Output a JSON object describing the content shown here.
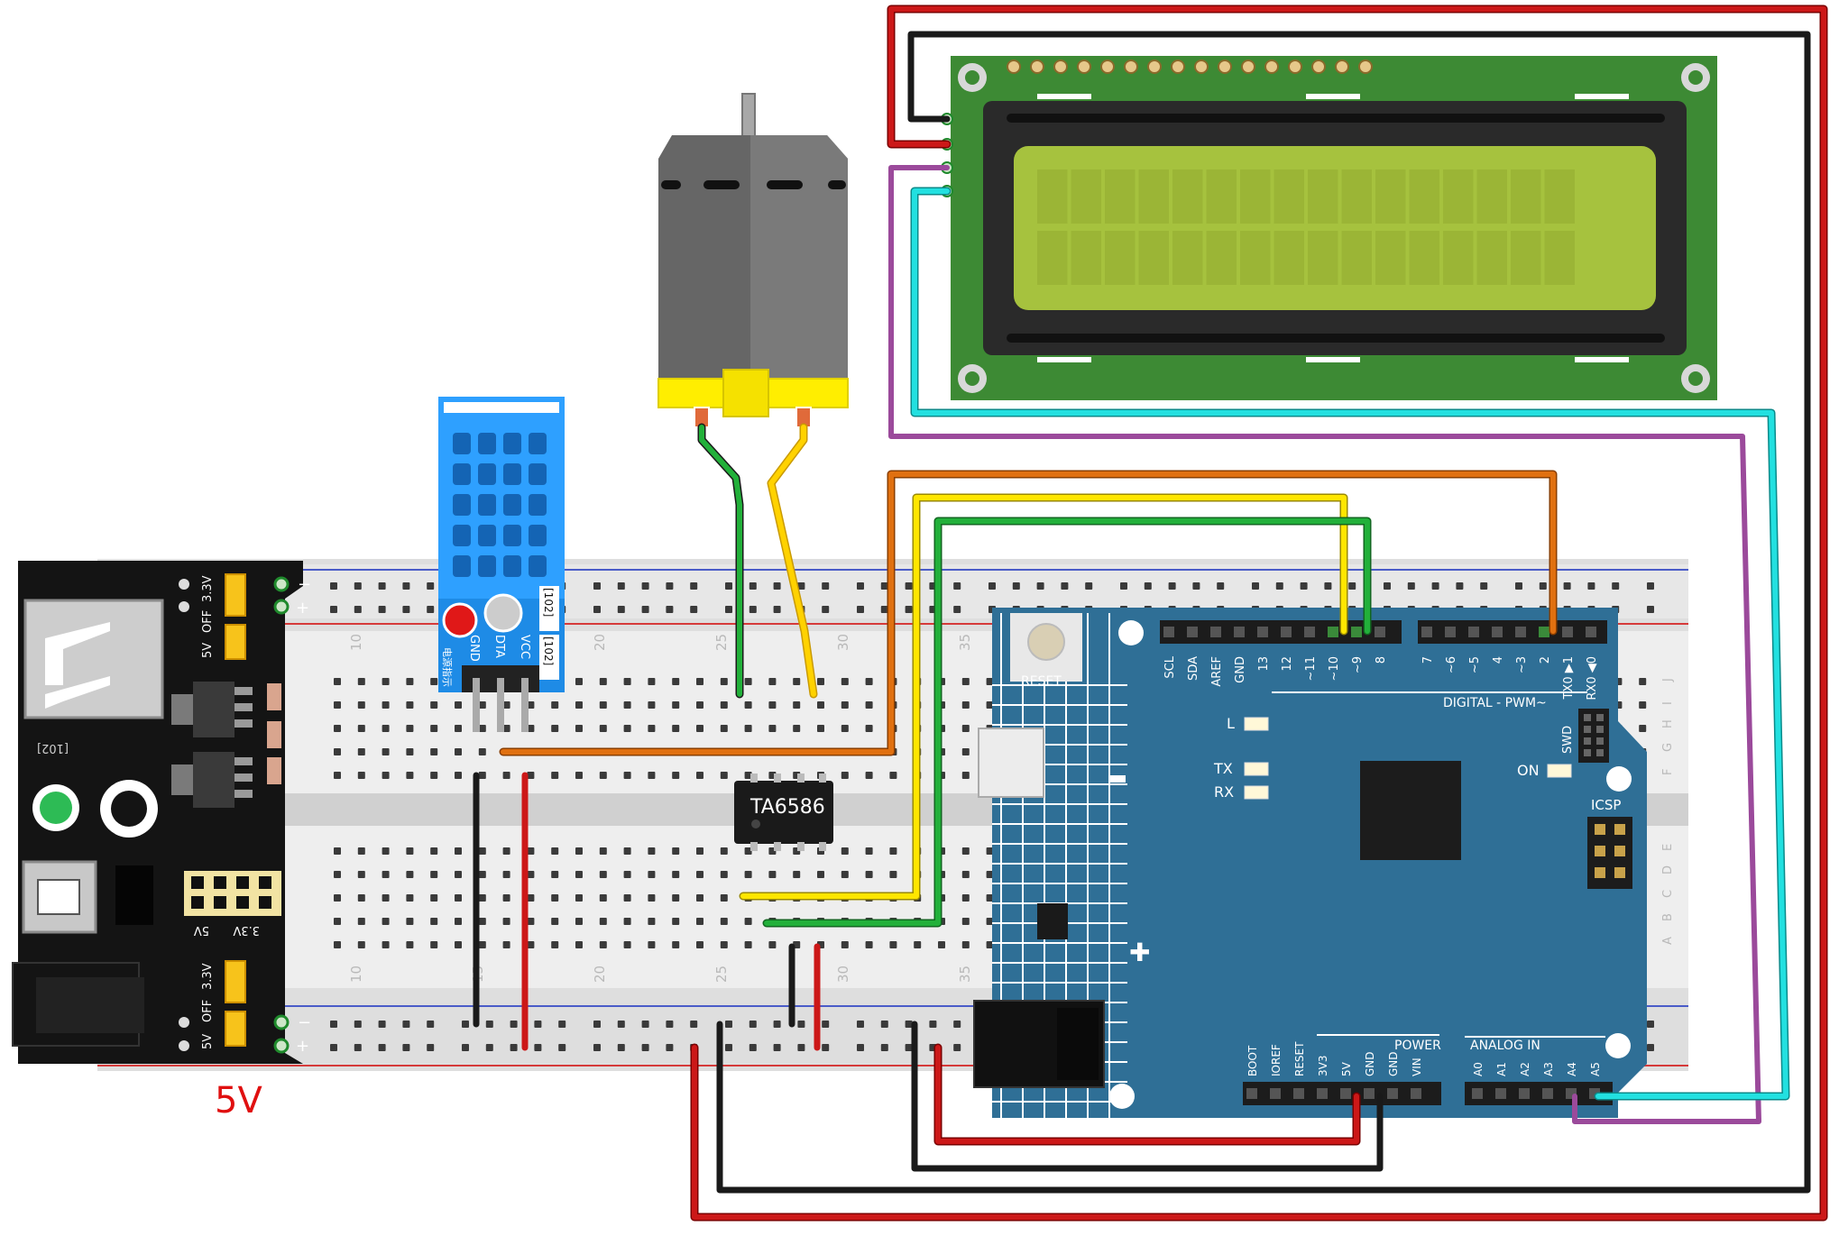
{
  "supply_label": "5V",
  "motor_driver": {
    "chip_label": "TA6586"
  },
  "power_module": {
    "jumper_top": [
      "5V",
      "OFF",
      "3.3V"
    ],
    "jumper_bottom": [
      "5V",
      "OFF",
      "3.3V"
    ],
    "rail_minus": "−",
    "rail_plus": "+",
    "header_labels": [
      "5V",
      "3.3V"
    ],
    "marking": "[102]"
  },
  "dht_sensor": {
    "pins": [
      "GND",
      "DTA",
      "VCC"
    ],
    "resistor_codes": [
      "[102]",
      "[102]"
    ],
    "note": "电源指示"
  },
  "breadboard": {
    "column_numbers": [
      "10",
      "15",
      "20",
      "25",
      "30",
      "35"
    ],
    "row_letters_top": [
      "J",
      "I",
      "H",
      "G",
      "F"
    ],
    "row_letters_bottom": [
      "E",
      "D",
      "C",
      "B",
      "A"
    ]
  },
  "arduino": {
    "reset_label": "RESET",
    "digital_label": "DIGITAL - PWM~",
    "digital_pins": [
      "SCL",
      "SDA",
      "AREF",
      "GND",
      "13",
      "12",
      "~11",
      "~10",
      "~9",
      "8",
      "7",
      "~6",
      "~5",
      "4",
      "~3",
      "2",
      "TX0 ▶1",
      "RX0 ◀0"
    ],
    "led_labels": [
      "L",
      "TX",
      "RX",
      "ON"
    ],
    "swd_label": "SWD",
    "icsp_label": "ICSP",
    "power_label": "POWER",
    "power_pins": [
      "BOOT",
      "IOREF",
      "RESET",
      "3V3",
      "5V",
      "GND",
      "GND",
      "VIN"
    ],
    "analog_label": "ANALOG IN",
    "analog_pins": [
      "A0",
      "A1",
      "A2",
      "A3",
      "A4",
      "A5"
    ]
  },
  "colors": {
    "wire_red": "#cc1818",
    "wire_black": "#1a1a1a",
    "wire_orange": "#e07010",
    "wire_yellow": "#ffe600",
    "wire_green": "#22b03a",
    "wire_cyan": "#22e0e0",
    "wire_purple": "#9b4a9b",
    "arduino_blue": "#2f6f96",
    "lcd_board": "#3d8a34",
    "lcd_screen": "#a6c23e",
    "dht_blue": "#1e8be6",
    "motor_yellow": "#ffee00"
  }
}
